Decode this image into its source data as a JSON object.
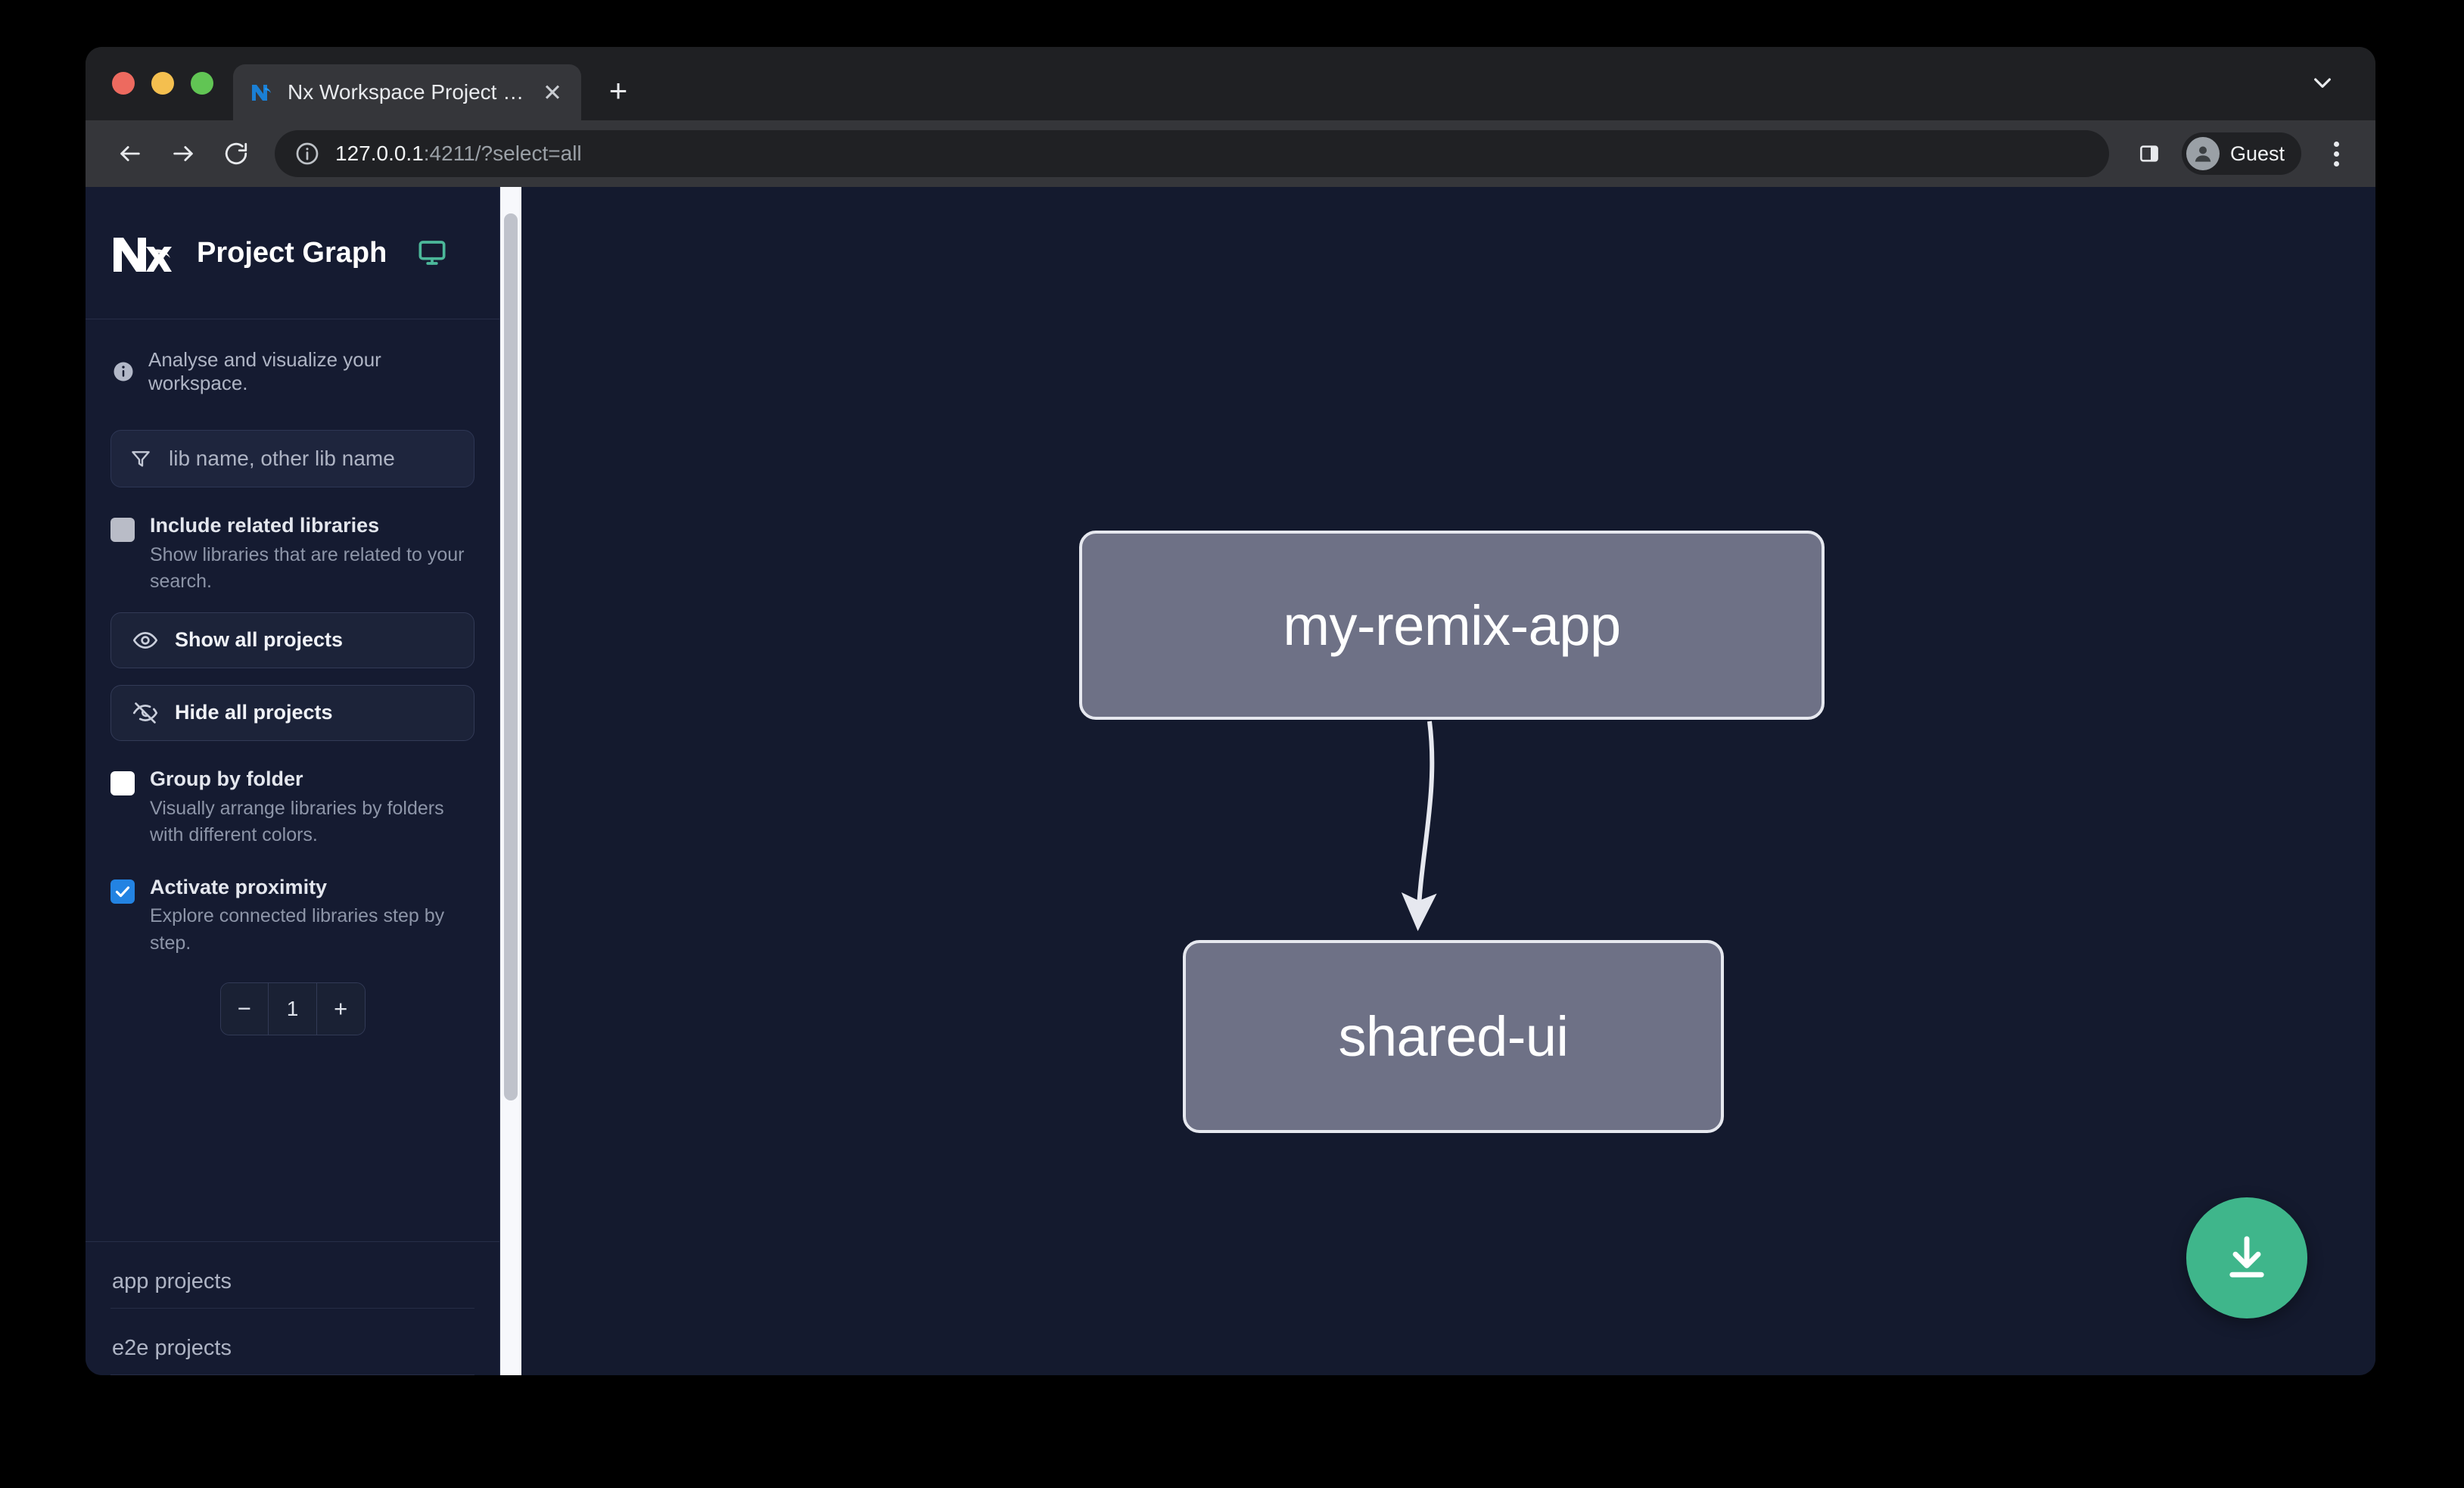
{
  "browser": {
    "tab": {
      "title": "Nx Workspace Project Graph",
      "favicon_name": "nx-favicon",
      "close_label": "✕"
    },
    "new_tab_label": "+",
    "omnibox": {
      "host": "127.0.0.1",
      "path": ":4211/?select=all",
      "full_url": "127.0.0.1:4211/?select=all"
    },
    "profile": {
      "name": "Guest"
    },
    "nav": {
      "back_label": "←",
      "forward_label": "→",
      "reload_label": "↻"
    }
  },
  "sidebar": {
    "logo_name": "nx-logo",
    "title": "Project Graph",
    "monitor_icon_color": "#4cb89a",
    "tagline": "Analyse and visualize your workspace.",
    "filter": {
      "placeholder": "lib name, other lib name",
      "value": ""
    },
    "options": [
      {
        "label": "Include related libraries",
        "description": "Show libraries that are related to your search.",
        "checked": false,
        "style": "gray"
      },
      {
        "label": "Group by folder",
        "description": "Visually arrange libraries by folders with different colors.",
        "checked": false,
        "style": "white"
      },
      {
        "label": "Activate proximity",
        "description": "Explore connected libraries step by step.",
        "checked": true,
        "style": "blue"
      }
    ],
    "buttons": [
      {
        "label": "Show all projects",
        "icon": "eye-icon"
      },
      {
        "label": "Hide all projects",
        "icon": "eye-off-icon"
      }
    ],
    "stepper": {
      "decrement_label": "−",
      "value": "1",
      "increment_label": "+"
    },
    "sections": [
      {
        "label": "app projects"
      },
      {
        "label": "e2e projects"
      }
    ]
  },
  "graph": {
    "nodes": [
      {
        "id": "my-remix-app",
        "label": "my-remix-app"
      },
      {
        "id": "shared-ui",
        "label": "shared-ui"
      }
    ],
    "edges": [
      {
        "from": "my-remix-app",
        "to": "shared-ui"
      }
    ],
    "node_fill": "#6e7186",
    "node_border": "#e6e8ef",
    "background": "#141a2e",
    "download_button": {
      "icon": "download-icon",
      "color": "#3fb68b"
    }
  }
}
